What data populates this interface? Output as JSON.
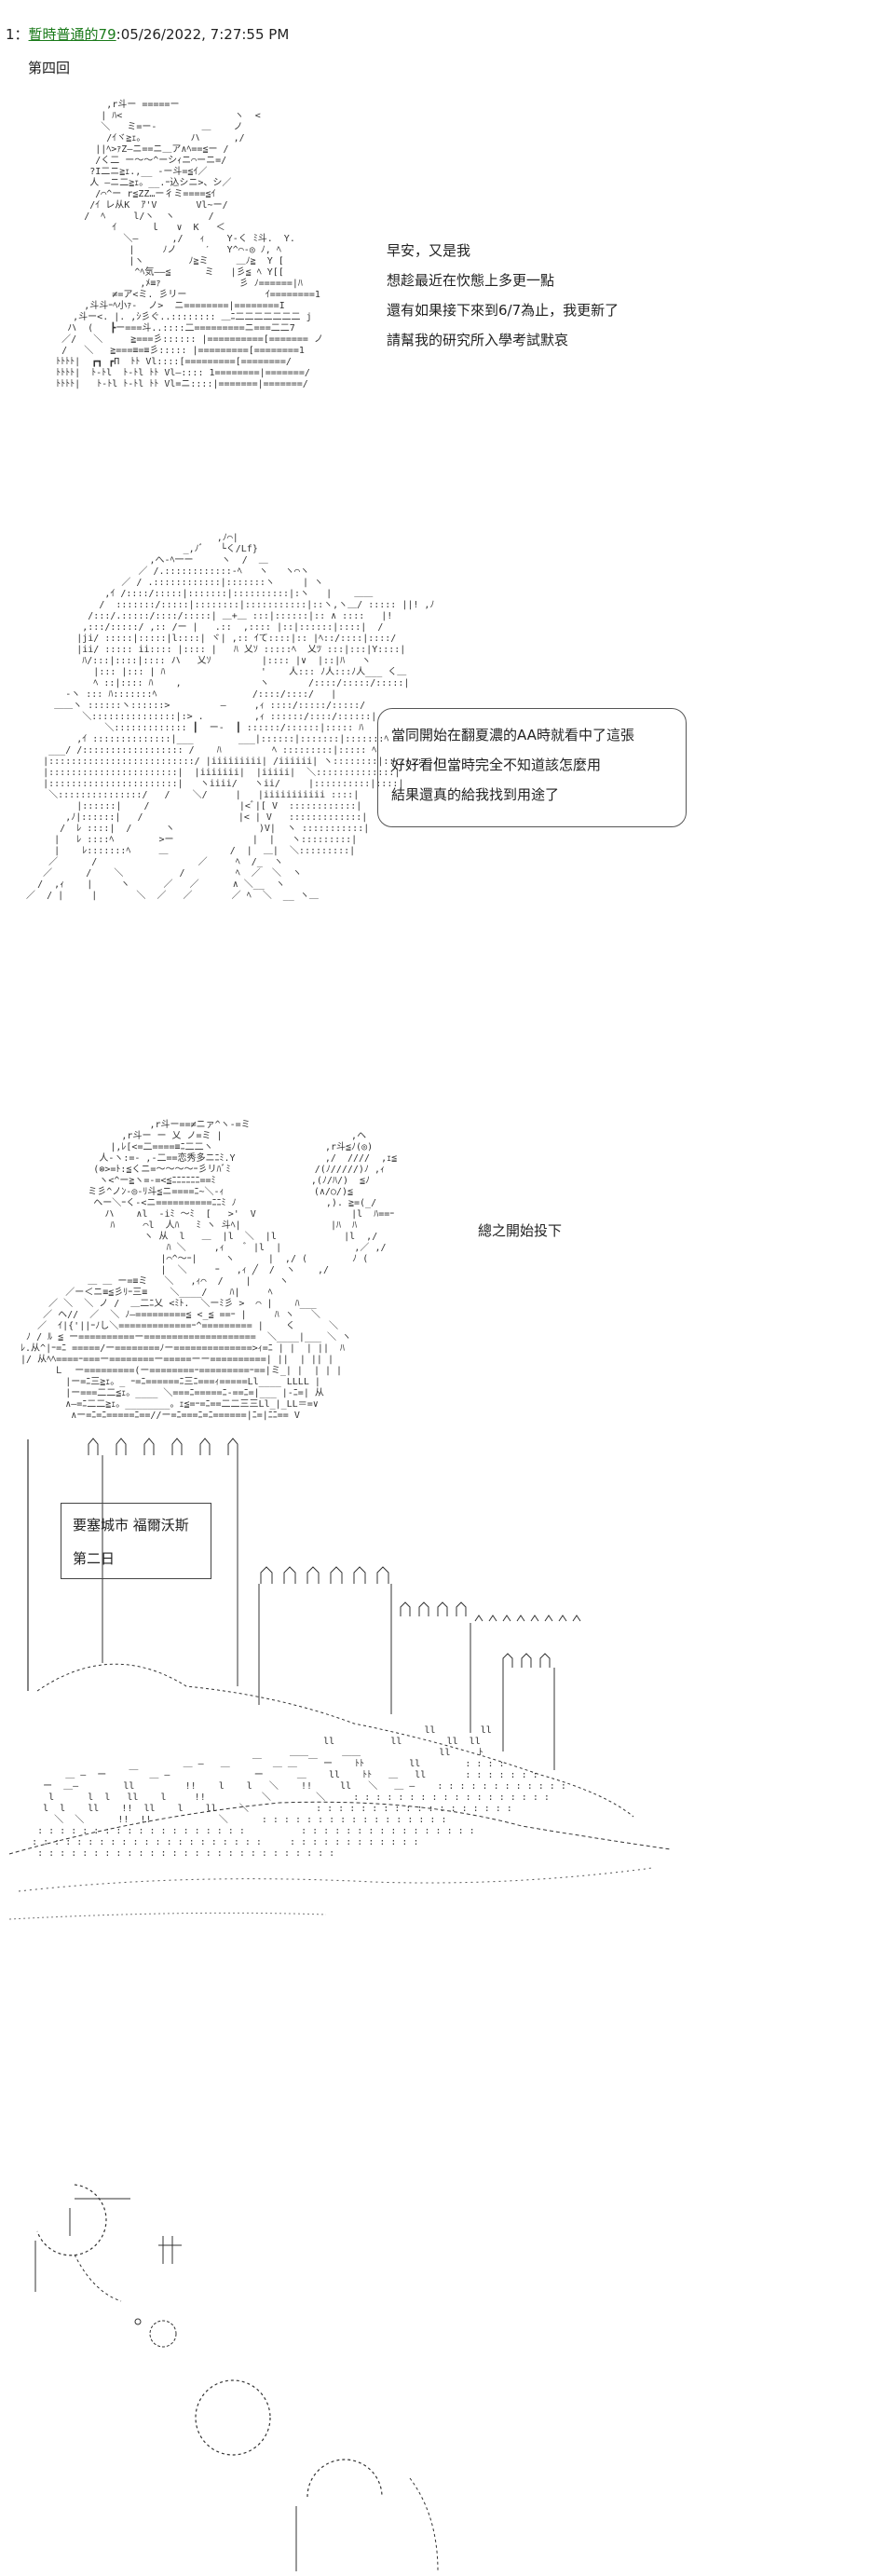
{
  "header": {
    "post_number": "1：",
    "poster_name": "暫時普通的79",
    "timestamp": ":05/26/2022, 7:27:55 PM"
  },
  "chapter_title": "第四回",
  "section1": {
    "lines": [
      "早安，又是我",
      "想趁最近在忺態上多更一點",
      "還有如果接下來到6/7為止，我更新了",
      "請幫我的研究所入學考試默哀"
    ]
  },
  "section2": {
    "lines": [
      "當同開始在翻夏濃的AA時就看中了這張",
      "好好看但當時完全不知道該怎麼用",
      "結果還真的給我找到用途了"
    ]
  },
  "section3": {
    "line": "總之開始投下"
  },
  "sign": {
    "line1": "要塞城市 福爾沃斯",
    "line2": "第二日"
  }
}
